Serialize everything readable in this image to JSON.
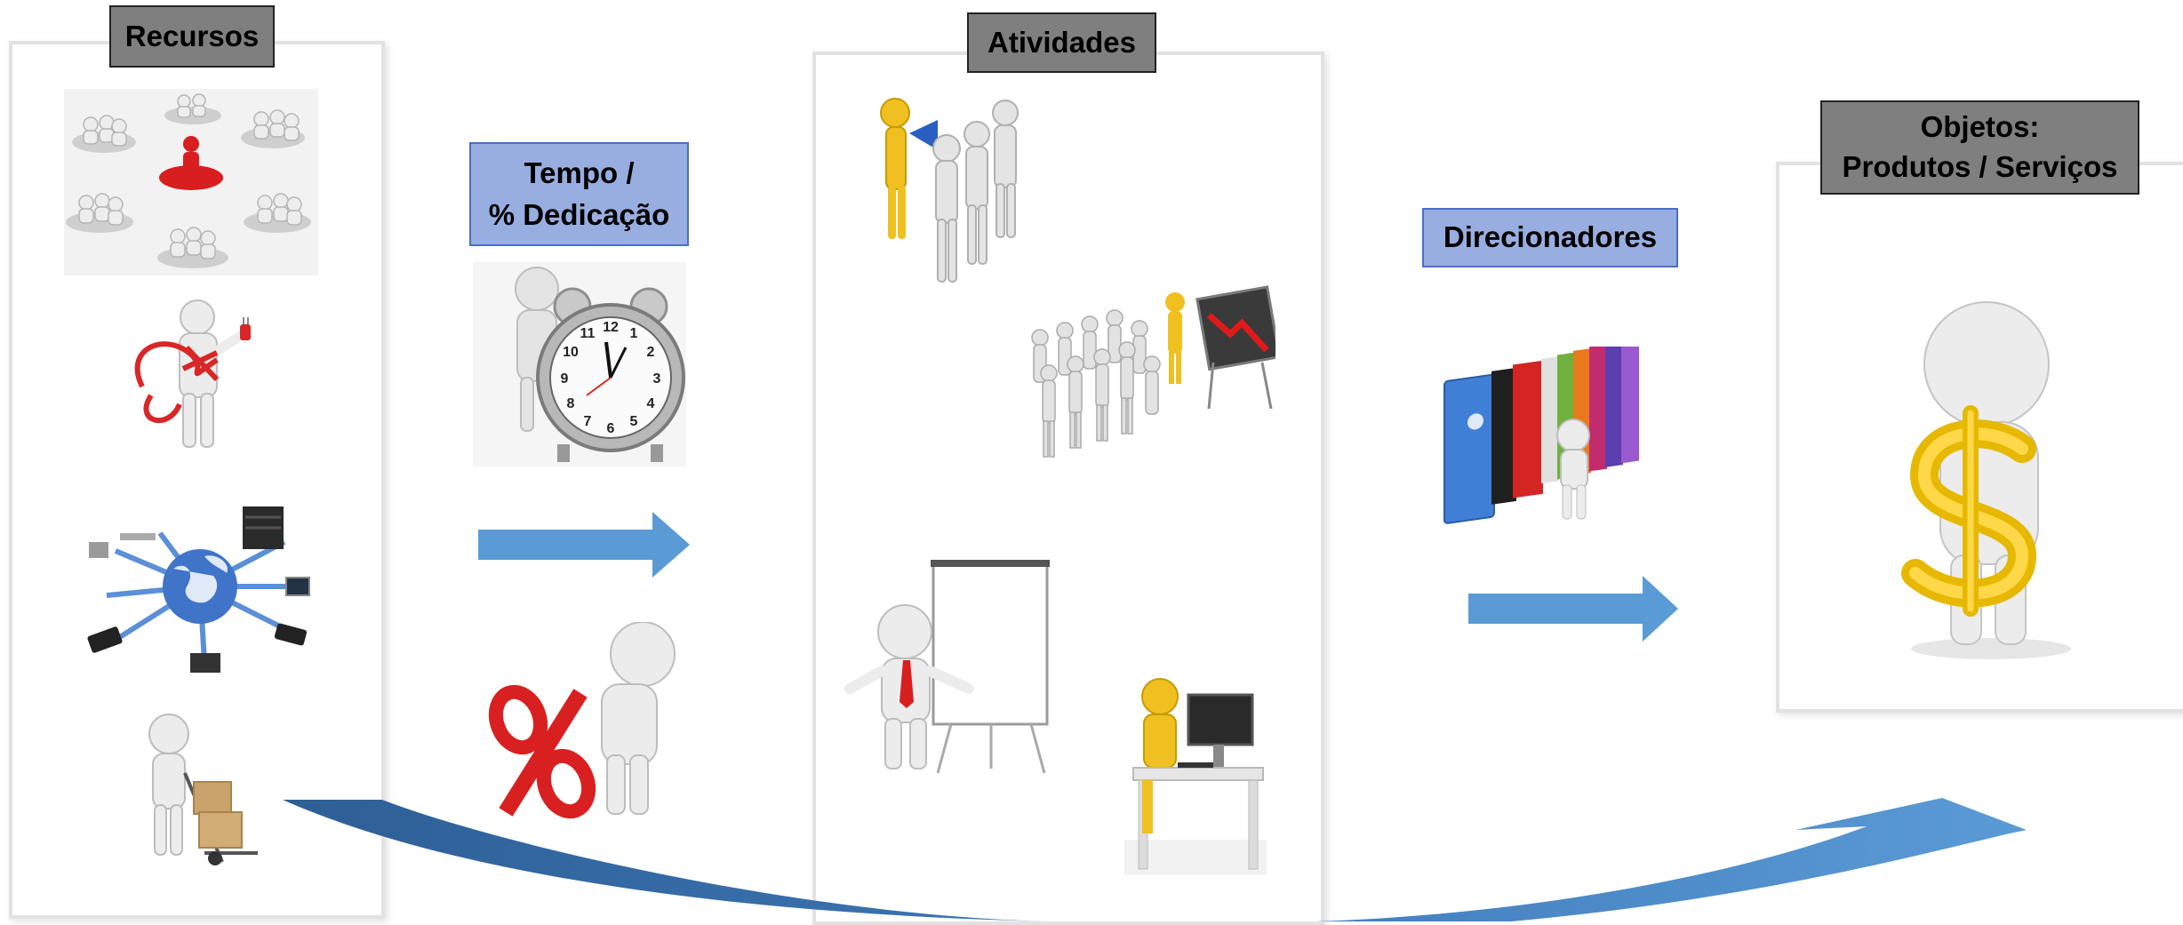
{
  "labels": {
    "recursos": "Recursos",
    "tempo_line1": "Tempo /",
    "tempo_line2": "% Dedicação",
    "atividades": "Atividades",
    "direcionadores": "Direcionadores",
    "objetos_line1": "Objetos:",
    "objetos_line2": "Produtos / Serviços"
  },
  "colors": {
    "label_gray": "#7f7f7f",
    "label_blue": "#98aee0",
    "arrow_blue": "#5b9bd5",
    "curve_dark": "#2e5f95",
    "figure_white": "#e8e8e8",
    "accent_red": "#e02020",
    "accent_gold": "#e8b800"
  },
  "icons": {
    "recursos": [
      "people-network-icon",
      "person-with-power-cable-icon",
      "globe-network-devices-icon",
      "person-with-hand-truck-icon"
    ],
    "tempo": [
      "person-with-alarm-clock-icon",
      "person-with-percent-sign-icon"
    ],
    "atividades": [
      "leader-with-megaphone-icon",
      "team-with-declining-chart-icon",
      "presenter-at-flipchart-icon",
      "person-at-computer-icon"
    ],
    "direcionadores": [
      "person-with-binders-icon"
    ],
    "objetos": [
      "person-holding-dollar-sign-icon"
    ]
  },
  "clock_numbers": [
    "12",
    "1",
    "2",
    "3",
    "4",
    "5",
    "6",
    "7",
    "8",
    "9",
    "10",
    "11"
  ]
}
